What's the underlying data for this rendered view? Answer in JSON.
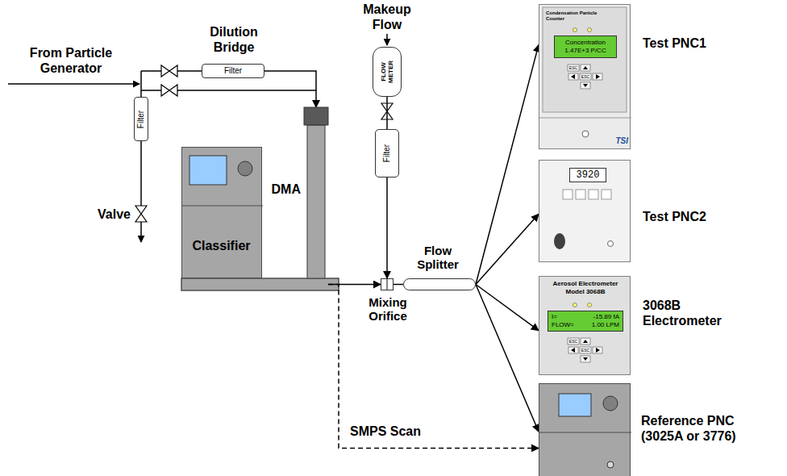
{
  "diagram": {
    "nodes": [
      {
        "text": [
          "Classifier"
        ]
      },
      {
        "text": [
          "DMA"
        ]
      },
      {
        "text": [
          "Filter"
        ]
      },
      {
        "text": [
          "Filter"
        ]
      },
      {
        "text": [
          "FLOW METER"
        ]
      },
      {
        "text": [
          "Filter"
        ]
      },
      {
        "text": [
          "Mixing Orifice"
        ]
      },
      {
        "text": [
          "Flow Splitter"
        ]
      },
      {
        "text": [
          "Test PNC1",
          "Condensation Particle Counter",
          "TSI"
        ]
      },
      {
        "text": [
          "Concentration 1.47E+3 P/CC"
        ],
        "in": 8
      },
      {
        "text": [
          "Test PNC2"
        ]
      },
      {
        "text": [
          "3920"
        ],
        "in": 10
      },
      {
        "text": [
          "3068B Electrometer",
          "Aerosol Electrometer Model 3068B"
        ]
      },
      {
        "text": [
          "I=",
          "-15.89 fA",
          "FLOW=",
          "1.00 LPM"
        ],
        "in": 12
      },
      {
        "text": [
          "Reference PNC (3025A or 3776)"
        ]
      }
    ],
    "edges": [
      {
        "from": 2,
        "to": 1,
        "arrow": "to"
      },
      {
        "from": 1,
        "to": 6,
        "arrow": "to"
      },
      {
        "from": 4,
        "to": 5,
        "arrow": "none"
      },
      {
        "from": 5,
        "to": 6,
        "arrow": "to"
      },
      {
        "from": 6,
        "to": 7,
        "arrow": "none"
      },
      {
        "from": 7,
        "to": 8,
        "arrow": "to"
      },
      {
        "from": 7,
        "to": 10,
        "arrow": "to"
      },
      {
        "from": 7,
        "to": 12,
        "arrow": "to"
      },
      {
        "from": 7,
        "to": 14,
        "arrow": "to"
      },
      {
        "from": 1,
        "to": 14,
        "label": "SMPS Scan",
        "arrow": "to"
      }
    ],
    "labels": [
      "From Particle Generator",
      "Dilution Bridge",
      "Valve",
      "Makeup Flow",
      "ESC",
      "ESC",
      "ESC",
      "ESC"
    ]
  }
}
